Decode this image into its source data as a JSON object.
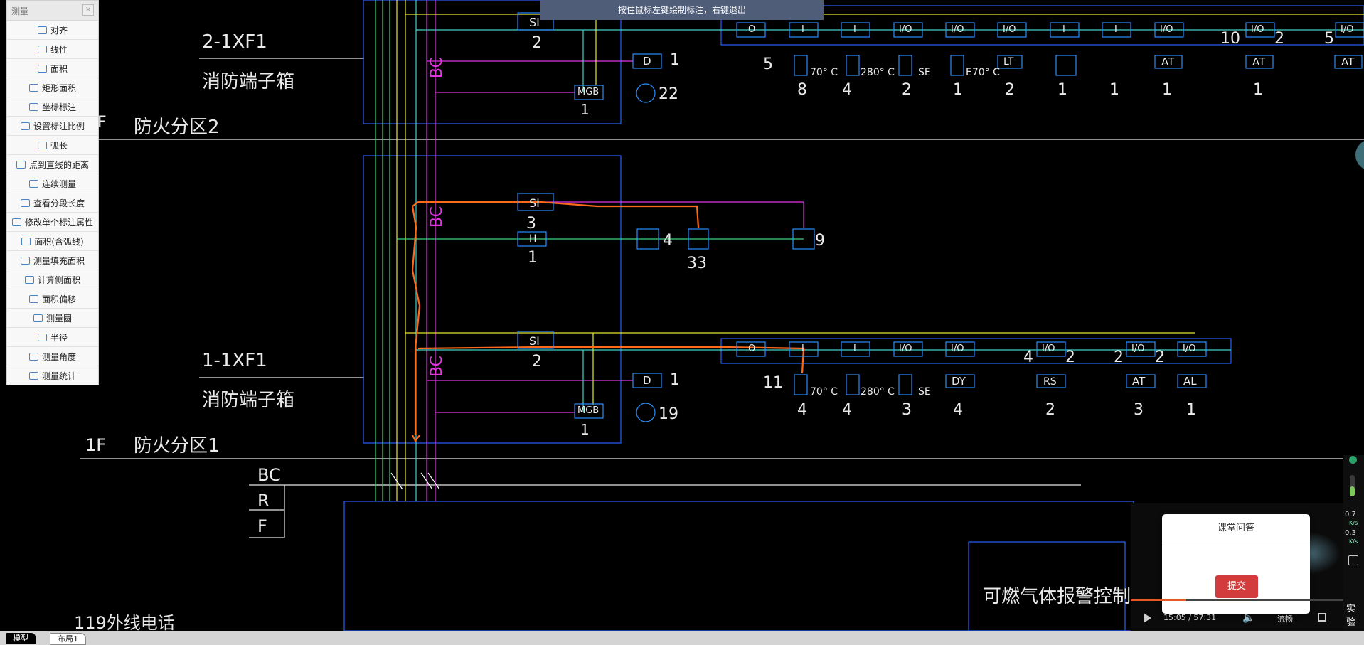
{
  "panel": {
    "title": "测量",
    "close": "×",
    "items": [
      {
        "label": "对齐",
        "icon": "align-icon"
      },
      {
        "label": "线性",
        "icon": "linear-measure-icon"
      },
      {
        "label": "面积",
        "icon": "area-icon"
      },
      {
        "label": "矩形面积",
        "icon": "rect-area-icon"
      },
      {
        "label": "坐标标注",
        "icon": "coordinate-icon"
      },
      {
        "label": "设置标注比例",
        "icon": "scale-icon"
      },
      {
        "label": "弧长",
        "icon": "arc-length-icon"
      },
      {
        "label": "点到直线的距离",
        "icon": "point-line-distance-icon"
      },
      {
        "label": "连续测量",
        "icon": "continuous-measure-icon"
      },
      {
        "label": "查看分段长度",
        "icon": "segment-length-icon"
      },
      {
        "label": "修改单个标注属性",
        "icon": "edit-annotation-icon"
      },
      {
        "label": "面积(含弧线)",
        "icon": "arc-area-icon"
      },
      {
        "label": "测量填充面积",
        "icon": "fill-area-icon"
      },
      {
        "label": "计算侧面积",
        "icon": "side-area-icon"
      },
      {
        "label": "面积偏移",
        "icon": "area-offset-icon"
      },
      {
        "label": "测量圆",
        "icon": "circle-measure-icon"
      },
      {
        "label": "半径",
        "icon": "radius-icon"
      },
      {
        "label": "测量角度",
        "icon": "angle-icon"
      },
      {
        "label": "测量统计",
        "icon": "statistics-icon"
      }
    ]
  },
  "hint": "按住鼠标左键绘制标注，右键退出",
  "tabs": {
    "model": "模型",
    "layout": "布局1"
  },
  "drawing": {
    "box_upper": "2-1XF1",
    "box_upper_name": "消防端子箱",
    "zone_upper": "防火分区2",
    "zone_upper_prefix": "F",
    "box_lower": "1-1XF1",
    "box_lower_name": "消防端子箱",
    "zone_lower": "防火分区1",
    "floor_lower": "1F",
    "bus_bc": "BC",
    "bus_r": "R",
    "bus_f": "F",
    "phone_line": "119外线电话",
    "gas_controller": "可燃气体报警控制器",
    "vert_bc": "BC",
    "si": "SI",
    "h": "H",
    "d": "D",
    "mgb": "MGB",
    "upper": {
      "si_count": "2",
      "d_count": "1",
      "mgb_count": "1",
      "speaker_count": "22",
      "modules": [
        "O",
        "I",
        "I",
        "I/O",
        "I/O",
        "I/O",
        "I",
        "I",
        "I/O",
        "I/O",
        "I/O"
      ],
      "dev_labels": [
        "70° C",
        "280° C",
        "SE",
        "E70° C"
      ],
      "dev_boxes": [
        "LT",
        "AT",
        "AT",
        "AT"
      ],
      "counts": [
        "5",
        "8",
        "4",
        "2",
        "1",
        "2",
        "1",
        "1",
        "1",
        "10",
        "2",
        "1",
        "5"
      ]
    },
    "middle": {
      "si_count": "3",
      "h_count": "1",
      "c1": "4",
      "c2": "33",
      "c3": "9"
    },
    "lower": {
      "si_count": "2",
      "d_count": "1",
      "mgb_count": "1",
      "speaker_count": "19",
      "modules": [
        "O",
        "I",
        "I",
        "I/O",
        "I/O",
        "I/O",
        "I/O",
        "I/O"
      ],
      "dev_labels": [
        "70° C",
        "280° C",
        "SE"
      ],
      "dev_boxes": [
        "DY",
        "RS",
        "AT",
        "AL"
      ],
      "counts": [
        "11",
        "4",
        "4",
        "3",
        "4",
        "4",
        "2",
        "2",
        "2",
        "3",
        "2",
        "1"
      ]
    }
  },
  "qa": {
    "title": "课堂问答",
    "submit": "提交"
  },
  "video": {
    "time": "15:05 / 57:31",
    "quality": "流畅",
    "progress": 0.26
  },
  "side": {
    "speed_up": "0.7",
    "speed_down": "0.3",
    "unit": "K/s",
    "edge_text": "实验"
  }
}
